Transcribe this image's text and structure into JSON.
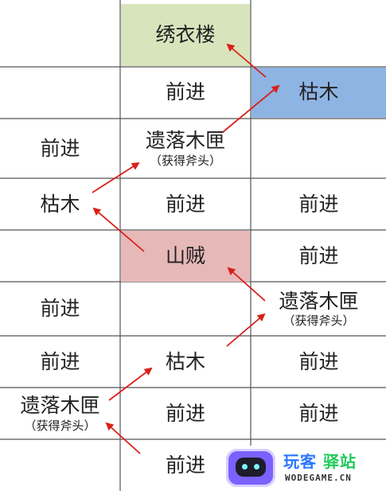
{
  "cells": {
    "r0c1": "绣衣楼",
    "r1c1": "前进",
    "r1c2": "枯木",
    "r2c0": "前进",
    "r2c1_main": "遗落木匣",
    "r2c1_note": "（获得斧头）",
    "r3c0": "枯木",
    "r3c1": "前进",
    "r3c2": "前进",
    "r4c1": "山贼",
    "r4c2": "前进",
    "r5c0": "前进",
    "r5c2_main": "遗落木匣",
    "r5c2_note": "（获得斧头）",
    "r6c0": "前进",
    "r6c1": "枯木",
    "r6c2": "前进",
    "r7c0_main": "遗落木匣",
    "r7c0_note": "（获得斧头）",
    "r7c1": "前进",
    "r7c2": "前进",
    "r8c1": "前进"
  },
  "colors": {
    "goal_green": "#d8e4bc",
    "dry_wood_blue": "#8eb4e3",
    "bandit_pink": "#e6b9b8",
    "arrow_red": "#d9201a"
  },
  "watermark": {
    "icon": "robot-face-icon",
    "text_blue": "玩客",
    "text_green": "驿站",
    "url": "WODEGAME.CN"
  }
}
